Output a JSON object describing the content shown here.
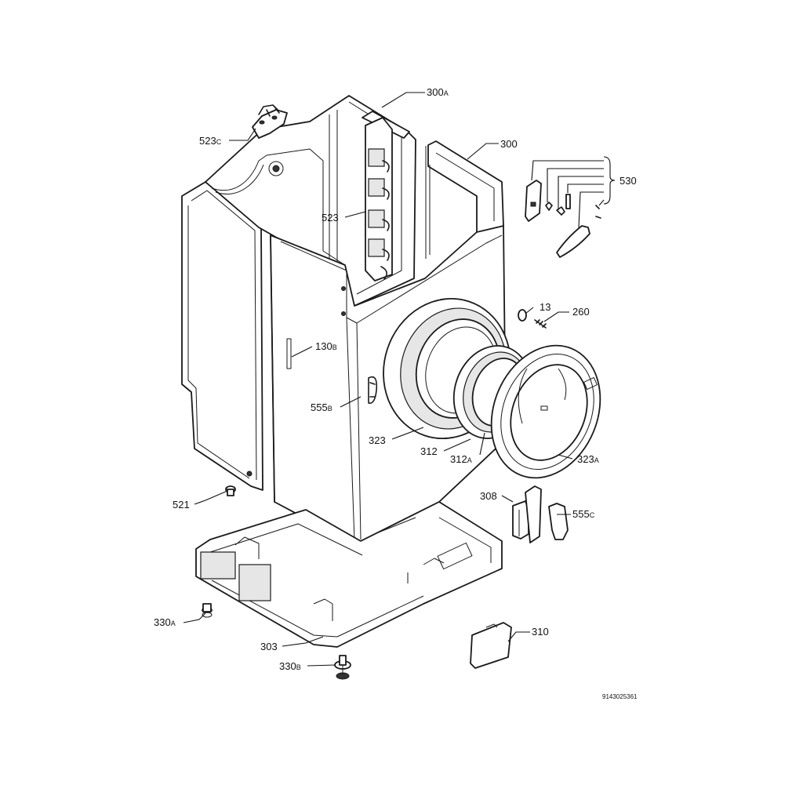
{
  "diagram": {
    "drawing_number": "9143025361",
    "part_labels": {
      "p300A": {
        "main": "300",
        "sub": "A"
      },
      "p523C": {
        "main": "523",
        "sub": "C"
      },
      "p300": {
        "main": "300",
        "sub": ""
      },
      "p530": {
        "main": "530",
        "sub": ""
      },
      "p523": {
        "main": "523",
        "sub": ""
      },
      "p13": {
        "main": "13",
        "sub": ""
      },
      "p260": {
        "main": "260",
        "sub": ""
      },
      "p130B": {
        "main": "130",
        "sub": "B"
      },
      "p555B": {
        "main": "555",
        "sub": "B"
      },
      "p323": {
        "main": "323",
        "sub": ""
      },
      "p312": {
        "main": "312",
        "sub": ""
      },
      "p312A": {
        "main": "312",
        "sub": "A"
      },
      "p323A": {
        "main": "323",
        "sub": "A"
      },
      "p521": {
        "main": "521",
        "sub": ""
      },
      "p308": {
        "main": "308",
        "sub": ""
      },
      "p555C": {
        "main": "555",
        "sub": "C"
      },
      "p330A": {
        "main": "330",
        "sub": "A"
      },
      "p310": {
        "main": "310",
        "sub": ""
      },
      "p303": {
        "main": "303",
        "sub": ""
      },
      "p330B": {
        "main": "330",
        "sub": "B"
      }
    }
  }
}
